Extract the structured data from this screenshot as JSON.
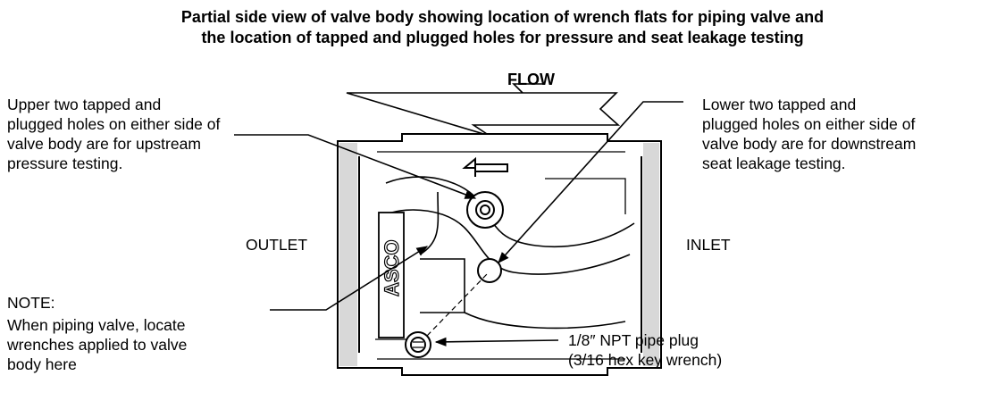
{
  "title": {
    "line1": "Partial side view of valve body showing location of wrench flats for piping valve and",
    "line2": "the location of tapped and plugged holes for pressure and seat leakage testing"
  },
  "flow_label": "FLOW",
  "upper_note": {
    "lines": [
      "Upper two tapped and",
      "plugged holes on either side of",
      "valve body are for upstream",
      "pressure testing."
    ]
  },
  "lower_note": {
    "lines": [
      "Lower two tapped and",
      "plugged holes on either side of",
      "valve body are for downstream",
      "seat leakage testing."
    ]
  },
  "outlet_label": "OUTLET",
  "inlet_label": "INLET",
  "note_heading": "NOTE:",
  "wrench_note": {
    "lines": [
      "When piping valve, locate",
      "wrenches applied to valve",
      "body here"
    ]
  },
  "plug_note": {
    "lines": [
      "1/8″ NPT pipe plug",
      "(3/16 hex key wrench)"
    ]
  },
  "body_logo": "ASCO"
}
